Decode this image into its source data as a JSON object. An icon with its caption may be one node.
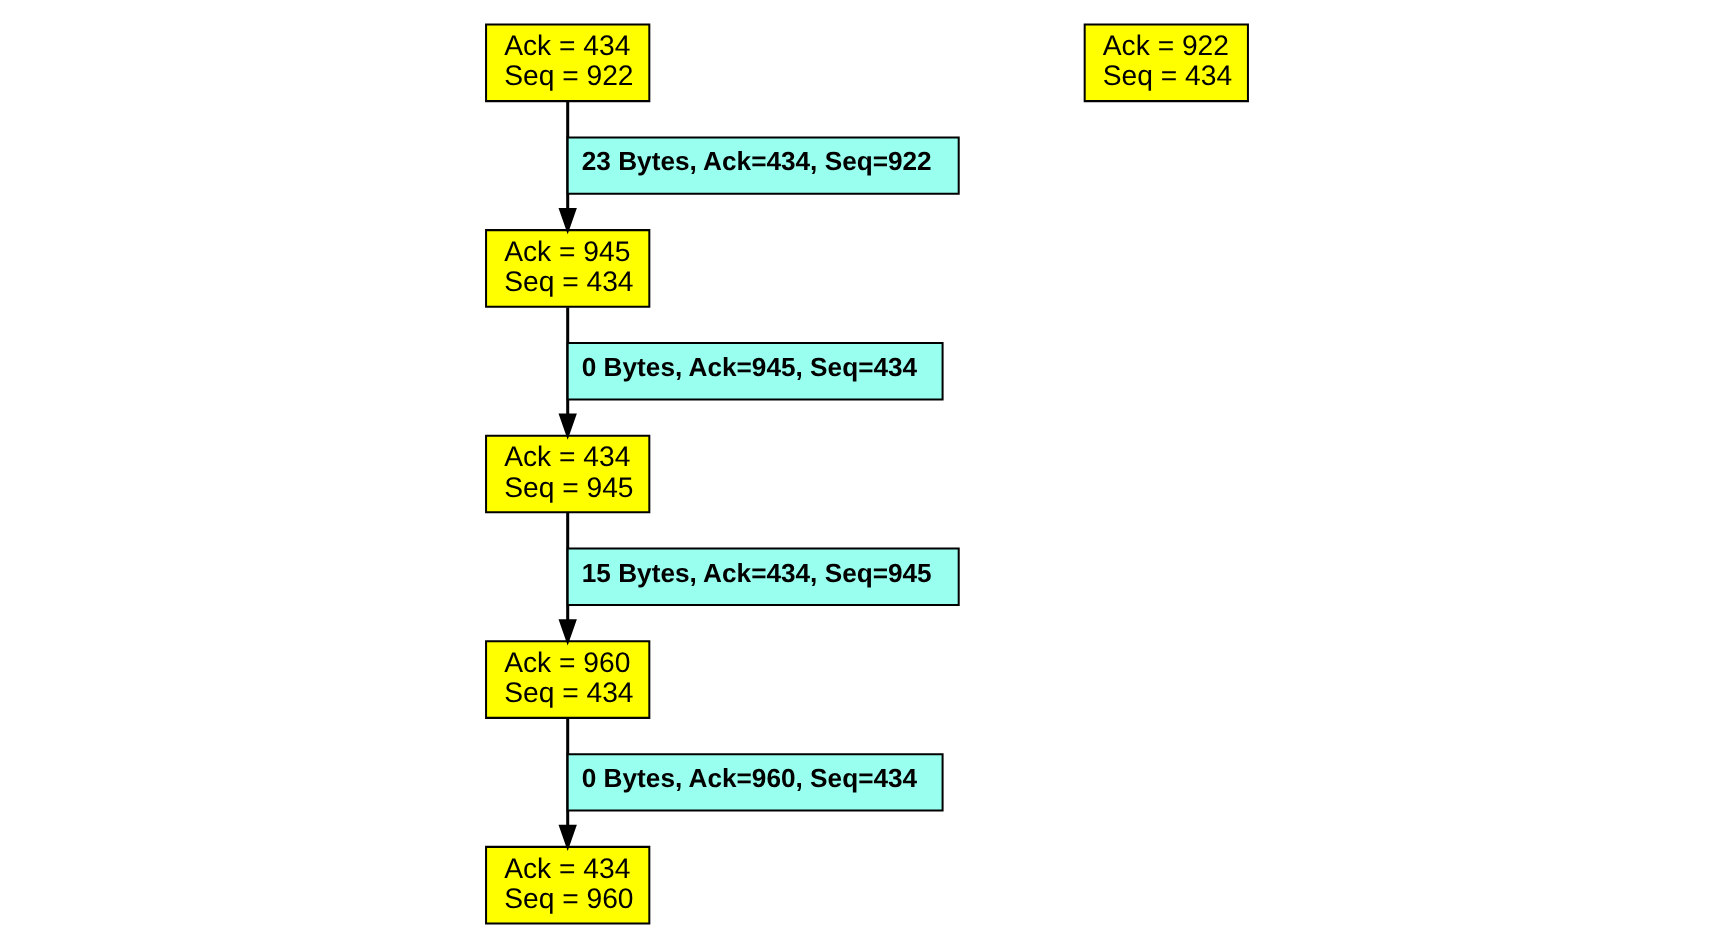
{
  "diagram": {
    "nodes": [
      {
        "text": [
          "Ack = 434",
          "Seq = 922"
        ]
      },
      {
        "text": [
          "Ack = 922",
          "Seq = 434"
        ]
      },
      {
        "text": [
          "Ack = 945",
          "Seq = 434"
        ]
      },
      {
        "text": [
          "Ack = 434",
          "Seq = 945"
        ]
      },
      {
        "text": [
          "Ack = 960",
          "Seq = 434"
        ]
      },
      {
        "text": [
          "Ack = 434",
          "Seq = 960"
        ]
      }
    ],
    "edges": [
      {
        "from": 0,
        "to": 2,
        "arrow": "to",
        "label": "23 Bytes, Ack=434, Seq=922"
      },
      {
        "from": 2,
        "to": 3,
        "arrow": "to",
        "label": "0 Bytes, Ack=945, Seq=434"
      },
      {
        "from": 3,
        "to": 4,
        "arrow": "to",
        "label": "15 Bytes, Ack=434, Seq=945"
      },
      {
        "from": 4,
        "to": 5,
        "arrow": "to",
        "label": "0 Bytes, Ack=960, Seq=434"
      }
    ]
  }
}
